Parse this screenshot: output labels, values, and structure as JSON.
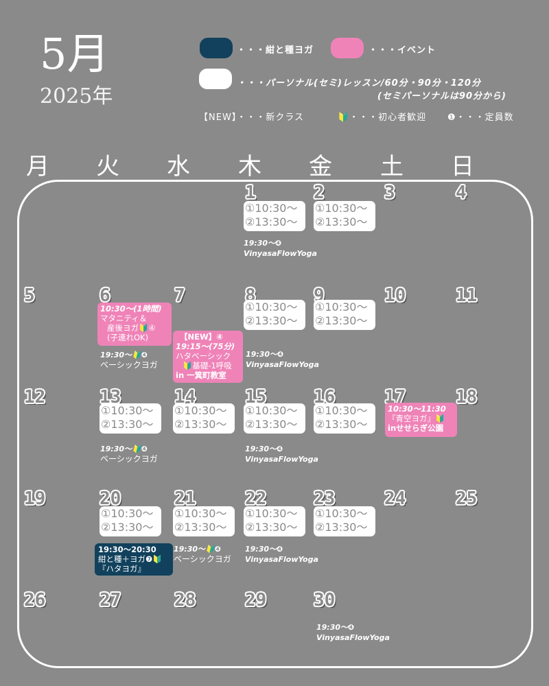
{
  "header": {
    "month": "5月",
    "year": "2025年"
  },
  "legend": {
    "navy_label": "・・・紺と種ヨガ",
    "event_label": "・・・イベント",
    "personal_label": "・・・パーソナル(セミ)レッスン/60分・90分・120分",
    "personal_note": "(セミパーソナルは90分から)",
    "new_label": "【NEW】・・・新クラス",
    "beginner_label": "🔰・・・初心者歓迎",
    "capacity_label": "❶・・・定員数",
    "colors": {
      "navy": "#11415c",
      "pink": "#ef83b8",
      "white": "#ffffff",
      "background": "#8a8a8a"
    }
  },
  "weekdays": [
    "月",
    "火",
    "水",
    "木",
    "金",
    "土",
    "日"
  ],
  "days": [
    "1",
    "2",
    "3",
    "4",
    "5",
    "6",
    "7",
    "8",
    "9",
    "10",
    "11",
    "12",
    "13",
    "14",
    "15",
    "16",
    "17",
    "18",
    "19",
    "20",
    "21",
    "22",
    "23",
    "24",
    "25",
    "26",
    "27",
    "28",
    "29",
    "30"
  ],
  "slot": {
    "first": "①10:30〜",
    "second": "②13:30〜"
  },
  "events": {
    "vinyasa_time": "19:30〜❹",
    "vinyasa_name": "VinyasaFlowYoga",
    "basic_time": "19:30〜🔰❹",
    "basic_name": "ベーシックヨガ",
    "maternity": [
      "10:30〜(1時間)",
      "マタニティ＆",
      "産後ヨガ🔰④",
      "(子連れOK)"
    ],
    "hatha_new": [
      "【NEW】④",
      "19:15〜(75分)",
      "ハタベーシック",
      "🔰基礎-1呼吸",
      "in 一箕町教室"
    ],
    "aerial": [
      "10:30〜11:30",
      "『青空ヨガ』🔰",
      "inせせらぎ公園"
    ],
    "navy_class": [
      "19:30〜20:30",
      "紺と種＋ヨガ❼🔰",
      "『ハタヨガ』"
    ]
  }
}
